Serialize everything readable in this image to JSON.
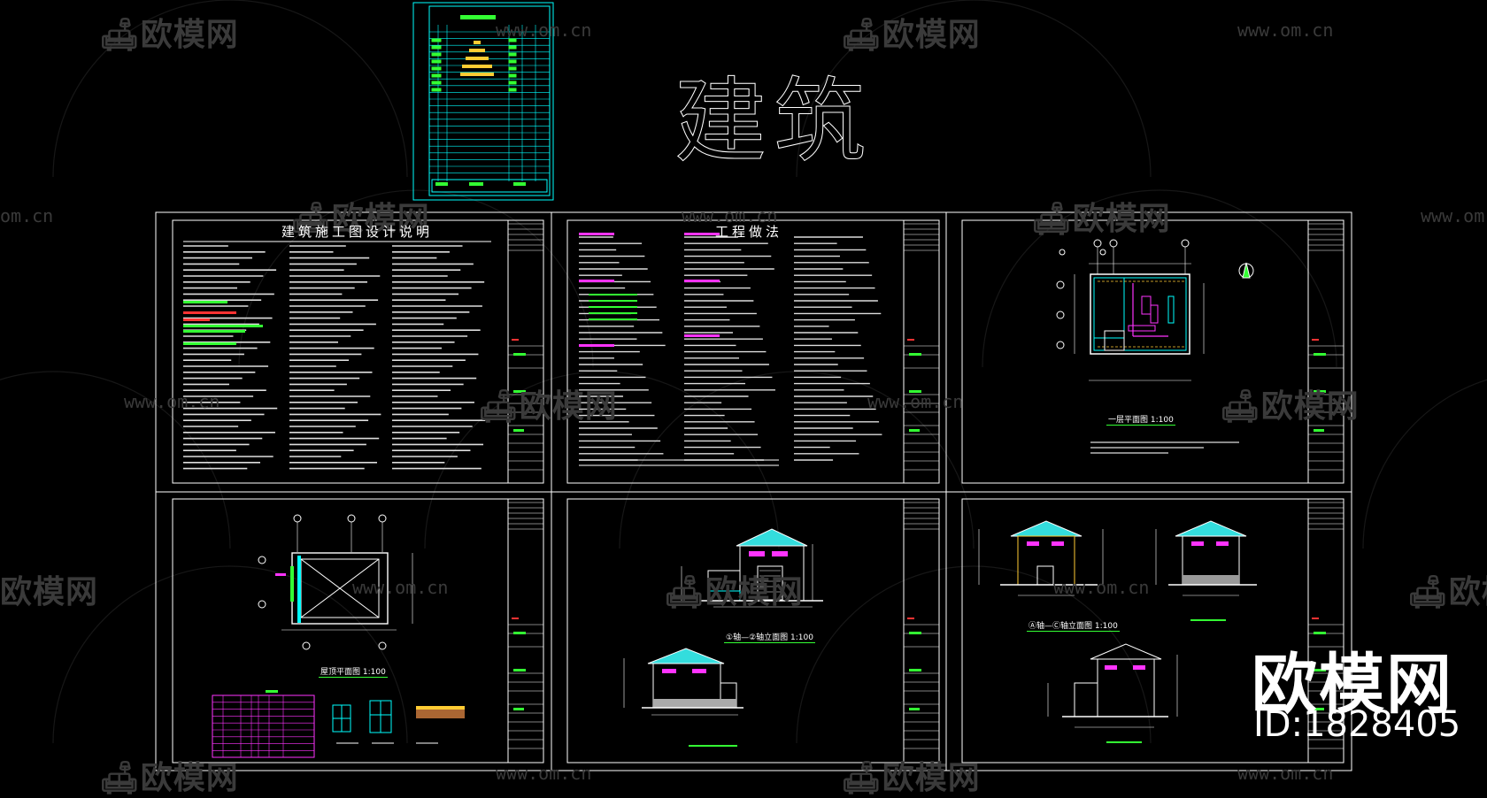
{
  "canvas": {
    "title": "建筑"
  },
  "watermark": {
    "logo_text": "欧模网",
    "url_text": "www.om.cn",
    "url_short": "om.cn"
  },
  "brand": {
    "name": "欧模网",
    "id": "ID:1828405"
  },
  "sheets": [
    {
      "title": "建筑施工图设计说明"
    },
    {
      "title": "工程做法"
    },
    {
      "title": "",
      "caption": "一层平面图 1:100"
    },
    {
      "title": "",
      "caption": "屋顶平面图 1:100"
    },
    {
      "title": "",
      "caption": "①轴—②轴立面图 1:100"
    },
    {
      "title": "",
      "caption": "Ⓐ轴—Ⓒ轴立面图 1:100"
    }
  ],
  "colors": {
    "background": "#000000",
    "frame": "#ffffff",
    "index_sheet": "#00ffff",
    "green_text": "#33ff33",
    "magenta": "#ff33ff",
    "roof_cyan": "#33dddd",
    "yellow": "#ffcc33",
    "red": "#ff3333"
  },
  "icons": {
    "logo": "sofa-logo-icon",
    "north": "north-arrow-icon"
  }
}
